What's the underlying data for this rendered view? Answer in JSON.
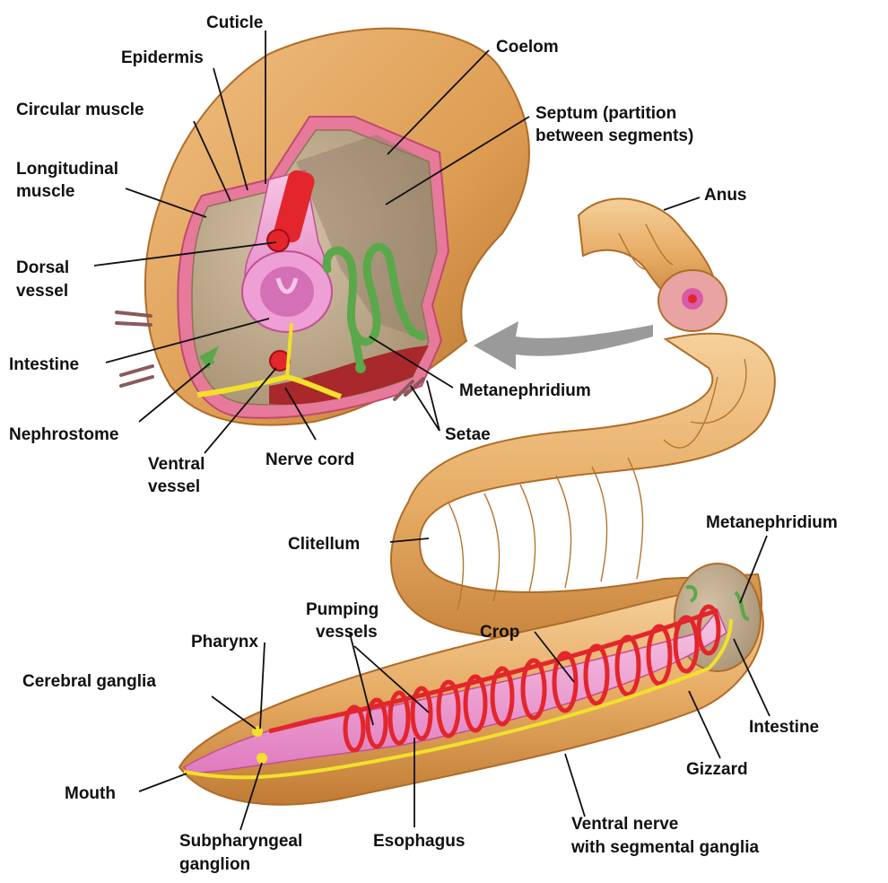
{
  "labels": {
    "cuticle": "Cuticle",
    "epidermis": "Epidermis",
    "circular_muscle": "Circular muscle",
    "longitudinal_muscle_1": "Longitudinal",
    "longitudinal_muscle_2": "muscle",
    "dorsal_vessel_1": "Dorsal",
    "dorsal_vessel_2": "vessel",
    "intestine_top": "Intestine",
    "nephrostome": "Nephrostome",
    "ventral_vessel_1": "Ventral",
    "ventral_vessel_2": "vessel",
    "nerve_cord": "Nerve cord",
    "coelom": "Coelom",
    "septum_1": "Septum (partition",
    "septum_2": "between segments)",
    "anus": "Anus",
    "metanephridium_top": "Metanephridium",
    "setae": "Setae",
    "clitellum": "Clitellum",
    "metanephridium_bottom": "Metanephridium",
    "pumping_vessels_1": "Pumping",
    "pumping_vessels_2": "vessels",
    "pharynx": "Pharynx",
    "crop": "Crop",
    "cerebral_ganglia": "Cerebral ganglia",
    "intestine_bottom": "Intestine",
    "gizzard": "Gizzard",
    "mouth": "Mouth",
    "ventral_nerve_1": "Ventral nerve",
    "ventral_nerve_2": "with segmental ganglia",
    "subpharyngeal_1": "Subpharyngeal",
    "subpharyngeal_2": "ganglion",
    "esophagus": "Esophagus"
  },
  "colors": {
    "skin": "#e0a45c",
    "skin_dark": "#b9742f",
    "cuticle_pink": "#e77a9a",
    "coelom_tan": "#b8a58c",
    "intestine_pink": "#ee9fd6",
    "vessel_red": "#e3262b",
    "nephridium_green": "#5aa84a",
    "nerve_yellow": "#f2e02a",
    "arrow_gray": "#9a9a9a"
  }
}
